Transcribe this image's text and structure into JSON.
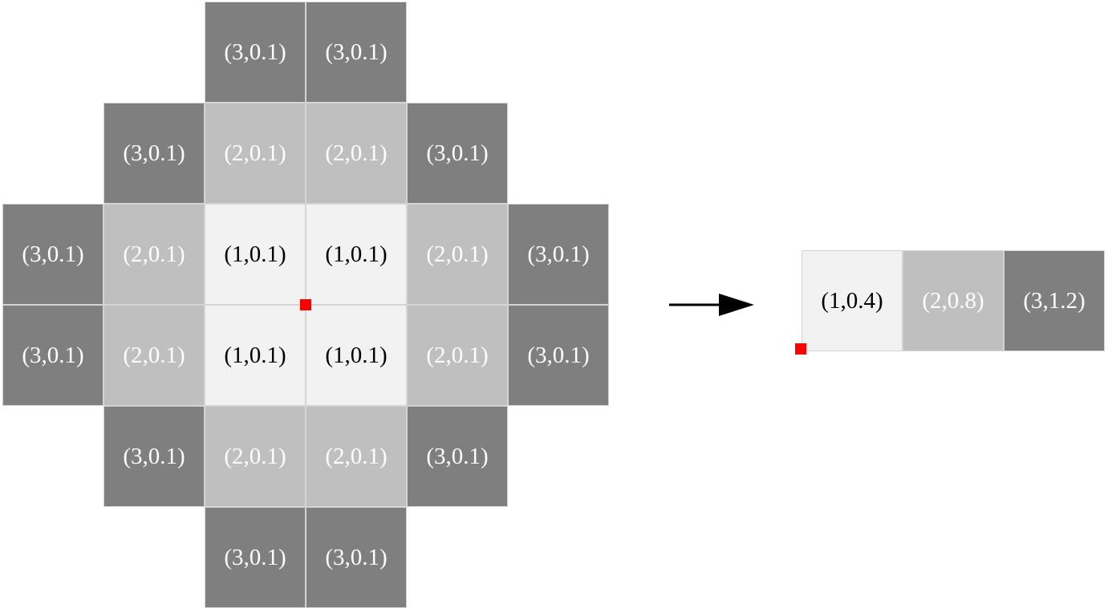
{
  "colors": {
    "level_1": "#f2f2f2",
    "level_2": "#bfbfbf",
    "level_3": "#7f7f7f",
    "marker": "#ff0000",
    "arrow": "#000000",
    "text_dark": "#000000",
    "text_light": "#ffffff"
  },
  "grid": {
    "rows": [
      [
        "",
        "",
        "(3,0.1)",
        "(3,0.1)",
        "",
        ""
      ],
      [
        "",
        "(3,0.1)",
        "(2,0.1)",
        "(2,0.1)",
        "(3,0.1)",
        ""
      ],
      [
        "(3,0.1)",
        "(2,0.1)",
        "(1,0.1)",
        "(1,0.1)",
        "(2,0.1)",
        "(3,0.1)"
      ],
      [
        "(3,0.1)",
        "(2,0.1)",
        "(1,0.1)",
        "(1,0.1)",
        "(2,0.1)",
        "(3,0.1)"
      ],
      [
        "",
        "(3,0.1)",
        "(2,0.1)",
        "(2,0.1)",
        "(3,0.1)",
        ""
      ],
      [
        "",
        "",
        "(3,0.1)",
        "(3,0.1)",
        "",
        ""
      ]
    ],
    "levels": [
      [
        0,
        0,
        3,
        3,
        0,
        0
      ],
      [
        0,
        3,
        2,
        2,
        3,
        0
      ],
      [
        3,
        2,
        1,
        1,
        2,
        3
      ],
      [
        3,
        2,
        1,
        1,
        2,
        3
      ],
      [
        0,
        3,
        2,
        2,
        3,
        0
      ],
      [
        0,
        0,
        3,
        3,
        0,
        0
      ]
    ]
  },
  "summary": {
    "cells": [
      "(1,0.4)",
      "(2,0.8)",
      "(3,1.2)"
    ],
    "levels": [
      1,
      2,
      3
    ]
  }
}
